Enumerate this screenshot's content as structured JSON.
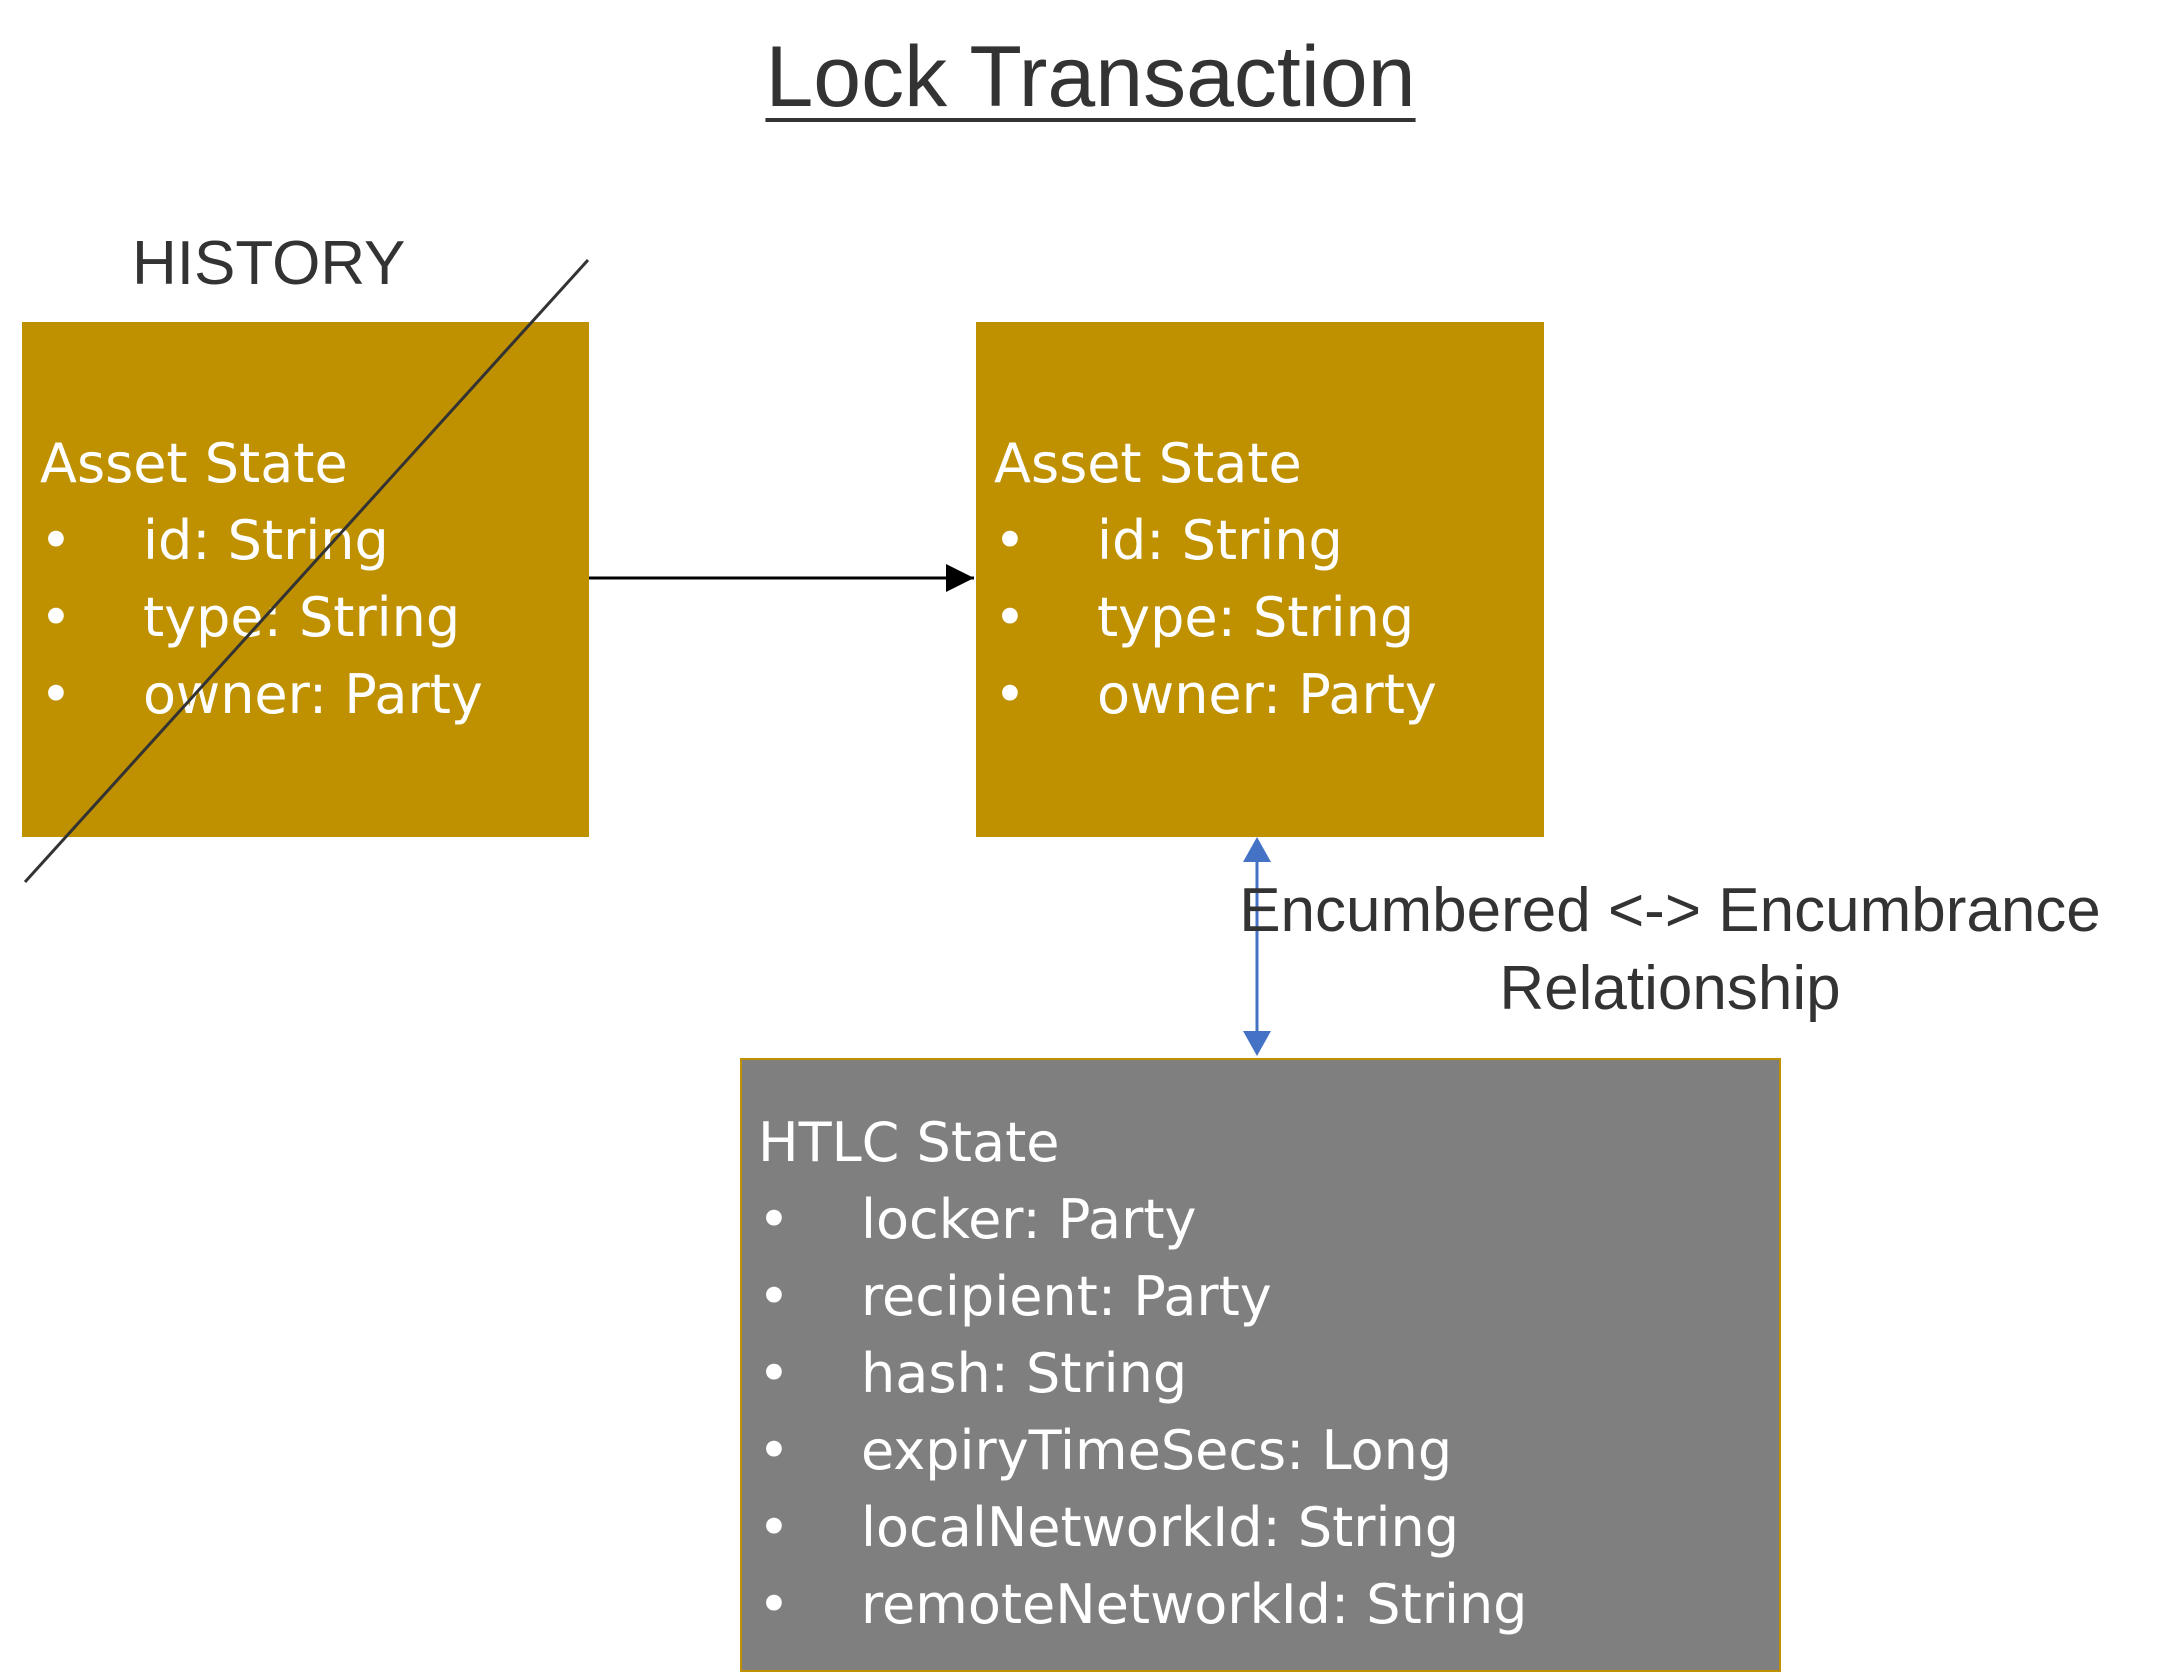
{
  "title": "Lock Transaction",
  "history_label": "HISTORY",
  "asset_state_old": {
    "title": "Asset State",
    "fields": [
      "id: String",
      "type: String",
      "owner: Party"
    ],
    "struck_out": true
  },
  "asset_state_new": {
    "title": "Asset State",
    "fields": [
      "id: String",
      "type: String",
      "owner: Party"
    ]
  },
  "relationship": {
    "line1": "Encumbered <-> Encumbrance",
    "line2": "Relationship"
  },
  "htlc_state": {
    "title": "HTLC State",
    "fields": [
      "locker: Party",
      "recipient: Party",
      "hash: String",
      "expiryTimeSecs: Long",
      "localNetworkId: String",
      "remoteNetworkId: String"
    ]
  },
  "bullet": "•",
  "colors": {
    "asset_fill": "#bf9000",
    "htlc_fill": "#7f7f7f",
    "htlc_border": "#bf9000",
    "relation_arrow": "#4472c4",
    "transition_arrow": "#000000",
    "text_dark": "#333333",
    "text_light": "#ffffff"
  }
}
